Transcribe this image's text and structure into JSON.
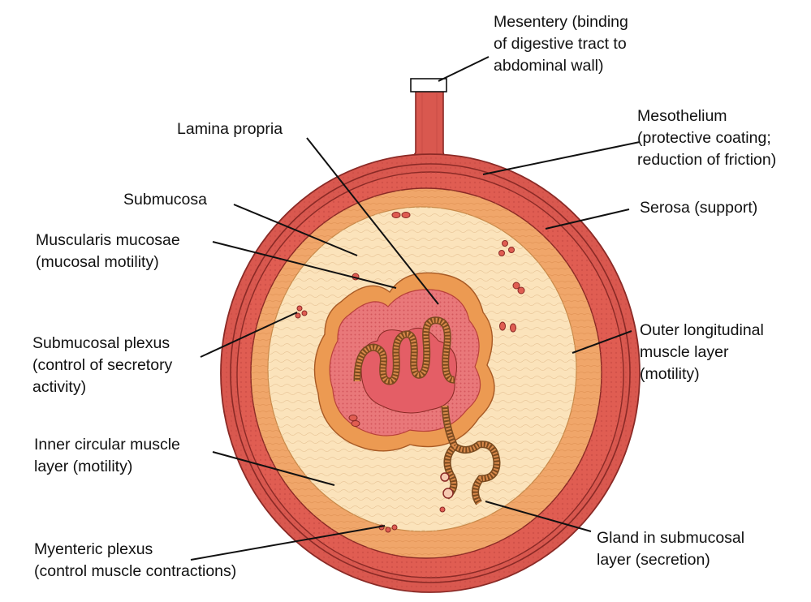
{
  "colors": {
    "serosa": "#d9584f",
    "serosa_dark": "#8a2a26",
    "longitudinal_muscle": "#e05d52",
    "circular_muscle": "#f0a66a",
    "submucosa": "#fbe3bb",
    "muscularis_mucosae": "#ec9a52",
    "mucosa": "#e9787a",
    "lumen": "#e96f72",
    "gland": "#d9894a",
    "leader": "#111111"
  },
  "labels": {
    "mesentery": "Mesentery (binding\nof digestive tract to\nabdominal wall)",
    "mesothelium": "Mesothelium\n(protective coating;\nreduction of friction)",
    "lamina_propria": "Lamina propria",
    "submucosa": "Submucosa",
    "serosa": "Serosa (support)",
    "muscularis_mucosae": "Muscularis mucosae\n(mucosal motility)",
    "submucosal_plexus": "Submucosal plexus\n(control of secretory\nactivity)",
    "outer_longitudinal": "Outer longitudinal\nmuscle layer\n(motility)",
    "inner_circular": "Inner circular muscle\nlayer (motility)",
    "myenteric_plexus": "Myenteric plexus\n(control muscle contractions)",
    "gland": "Gland in submucosal\nlayer (secretion)"
  }
}
